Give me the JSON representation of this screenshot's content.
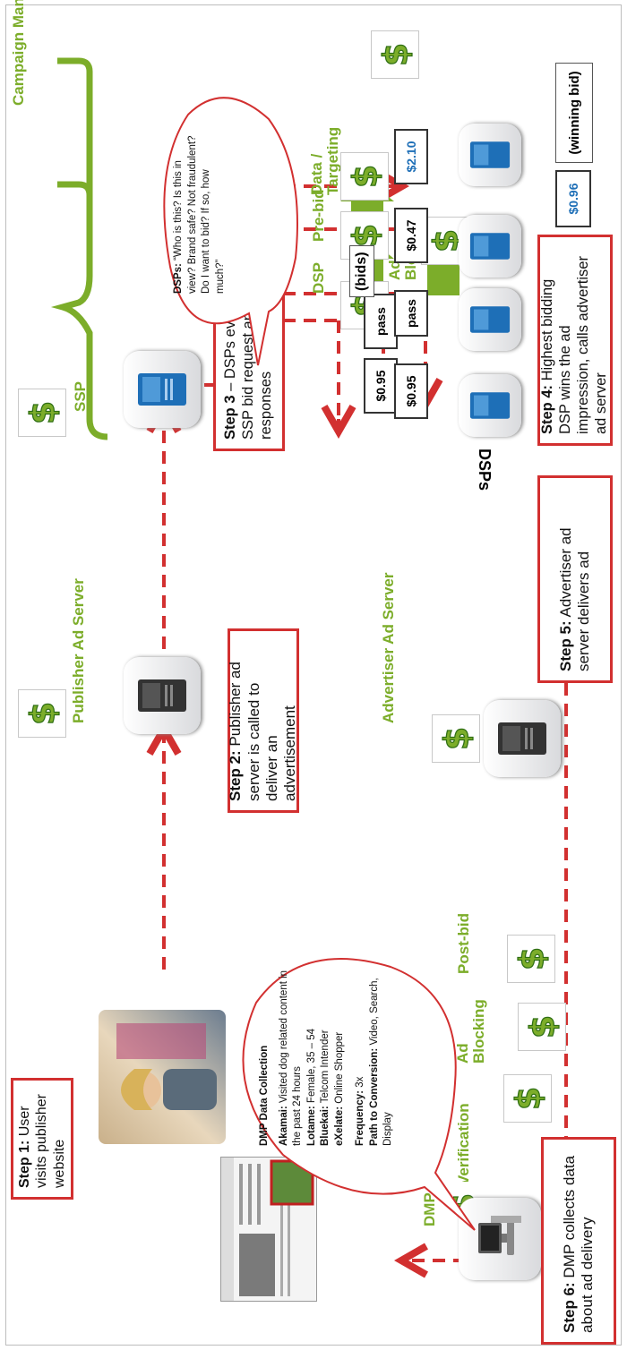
{
  "labels": {
    "campaign_management": "Campaign Management",
    "publisher_ad_server": "Publisher Ad Server",
    "ssp": "SSP",
    "dsps": "DSPs",
    "dsp": "DSP",
    "pre_bid": "Pre-bid",
    "data_targeting": "Data / Targeting",
    "ad_blocking_top": "Ad Blocking",
    "advertiser_ad_server": "Advertiser Ad Server",
    "dmp": "DMP",
    "verification": "Verification",
    "ad_blocking_bottom": "Ad Blocking",
    "post_bid": "Post-bid",
    "bids": "(bids)",
    "winning_bid": "(winning bid)"
  },
  "steps": {
    "step1": {
      "strong": "Step 1:",
      "text": "User visits publisher website"
    },
    "step2": {
      "strong": "Step 2:",
      "text": "Publisher ad server is called to deliver an advertisement"
    },
    "step3": {
      "strong": "Step 3",
      "text": "– DSPs evaluate SSP bid request and submit responses"
    },
    "step4": {
      "strong": "Step 4:",
      "text": "Highest bidding DSP wins the ad impression, calls advertiser ad server"
    },
    "step5": {
      "strong": "Step 5:",
      "text": "Advertiser ad server delivers ad"
    },
    "step6": {
      "strong": "Step 6:",
      "text": "DMP collects data about ad delivery"
    }
  },
  "bids": {
    "bid1": "$0.95",
    "bid2": "pass",
    "bid3": "$0.47",
    "bid4": "$2.10",
    "winning": "$0.96"
  },
  "dsp_bubble": {
    "strong": "DSPs:",
    "text": "“Who is this? Is this in view? Brand safe? Not fraudulent? Do I want to bid? If so, how much?”"
  },
  "dmp_bubble": {
    "title": "DMP Data Collection",
    "lines": [
      {
        "strong": "Akamai:",
        "text": "Visited dog related content in the past 24 hours"
      },
      {
        "strong": "Lotame:",
        "text": "Female, 35 – 54"
      },
      {
        "strong": "Bluekai:",
        "text": "Telcom Intender"
      },
      {
        "strong": "eXelate:",
        "text": "Online Shopper"
      }
    ],
    "frequency": {
      "strong": "Frequency:",
      "text": "3x"
    },
    "path": {
      "strong": "Path to Conversion:",
      "text": "Video, Search, Display"
    }
  },
  "colors": {
    "accent_green": "#7cad2a",
    "step_red": "#d23030",
    "price_blue": "#1e6fb7"
  },
  "icons": [
    "dollar-sign-icon",
    "server-icon",
    "computer-icon",
    "user-photo",
    "website-thumbnail"
  ]
}
